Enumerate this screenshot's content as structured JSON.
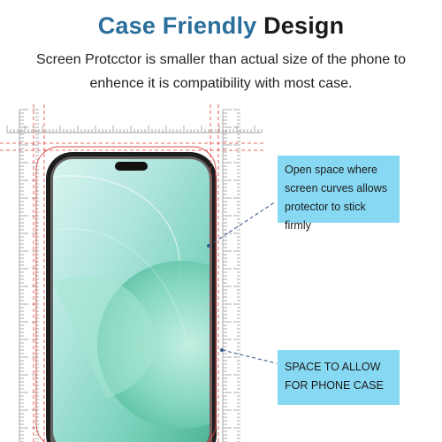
{
  "title": {
    "part1": "Case Friendly",
    "part2": "Design"
  },
  "subtitle": {
    "line1": "Screen Protcctor is smaller than actual size of the phone to",
    "line2": "enhence it is compatibility with most case."
  },
  "callouts": {
    "top": "Open space where screen curves allows protector to stick firmly",
    "bottom": "SPACE TO ALLOW FOR PHONE CASE"
  },
  "colors": {
    "accent": "#2a6f9b",
    "callout_bg": "#87d9f3",
    "guide_line": "#e53935",
    "phone_frame": "#1d1d1d",
    "ruler": "#8a8a8a"
  }
}
